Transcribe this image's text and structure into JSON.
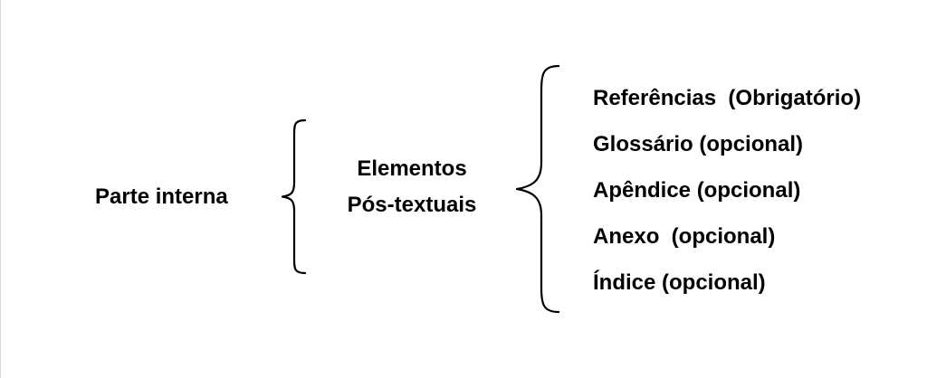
{
  "diagram": {
    "root_label": "Parte interna",
    "middle_label": {
      "line1": "Elementos",
      "line2": "Pós-textuais"
    },
    "items": [
      {
        "label": "Referências  (Obrigatório)"
      },
      {
        "label": "Glossário (opcional)"
      },
      {
        "label": "Apêndice (opcional)"
      },
      {
        "label": "Anexo  (opcional)"
      },
      {
        "label": "Índice (opcional)"
      }
    ]
  }
}
